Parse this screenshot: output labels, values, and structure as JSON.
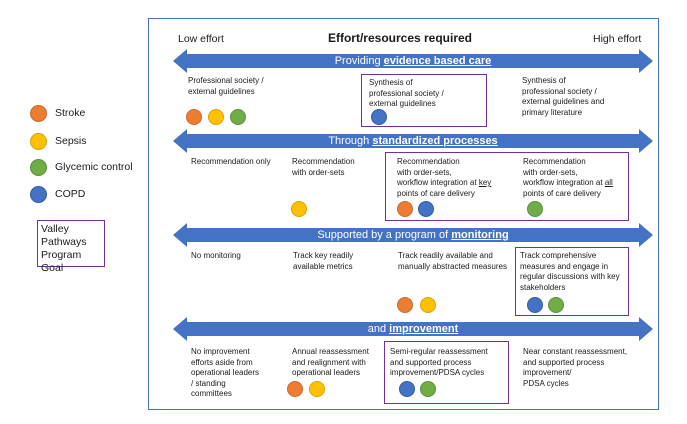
{
  "legend": {
    "items": [
      {
        "label": "Stroke",
        "color": "#ed7d31"
      },
      {
        "label": "Sepsis",
        "color": "#ffc000"
      },
      {
        "label": "Glycemic control",
        "color": "#70ad47"
      },
      {
        "label": "COPD",
        "color": "#4472c4"
      }
    ],
    "goal_label": "Valley\nPathways\nProgram Goal",
    "goal_border_color": "#7030a0"
  },
  "header": {
    "low": "Low effort",
    "title": "Effort/resources required",
    "high": "High effort"
  },
  "rows": [
    {
      "prefix": "Providing ",
      "emphasis": "evidence based care",
      "cells": [
        "Professional society /\nexternal guidelines",
        "Synthesis of\nprofessional society /\nexternal guidelines",
        "Synthesis of\nprofessional society /\nexternal guidelines and\nprimary literature"
      ]
    },
    {
      "prefix": "Through ",
      "emphasis": "standardized processes",
      "cells": [
        "Recommendation only",
        "Recommendation\nwith order-sets",
        {
          "pre": "Recommendation\nwith order-sets,\nworkflow integration at ",
          "em": "key",
          "post": "\npoints of care delivery"
        },
        {
          "pre": "Recommendation\nwith order-sets,\nworkflow integration at ",
          "em": "all",
          "post": "\npoints of care delivery"
        }
      ]
    },
    {
      "prefix": "Supported by a program of ",
      "emphasis": "monitoring",
      "cells": [
        "No monitoring",
        "Track key readily\navailable metrics",
        "Track readily available and\nmanually abstracted measures",
        "Track comprehensive\nmeasures and engage in\nregular discussions with key\nstakeholders"
      ]
    },
    {
      "prefix": "and ",
      "emphasis": "improvement",
      "cells": [
        "No improvement\nefforts aside from\noperational leaders\n/ standing\ncommittees",
        "Annual reassessment\nand realignment with\noperational leaders",
        "Semi-regular reassessment\nand supported process\nimprovement/PDSA cycles",
        "Near constant reassessment,\nand supported process\nimprovement/\nPDSA cycles"
      ]
    }
  ]
}
